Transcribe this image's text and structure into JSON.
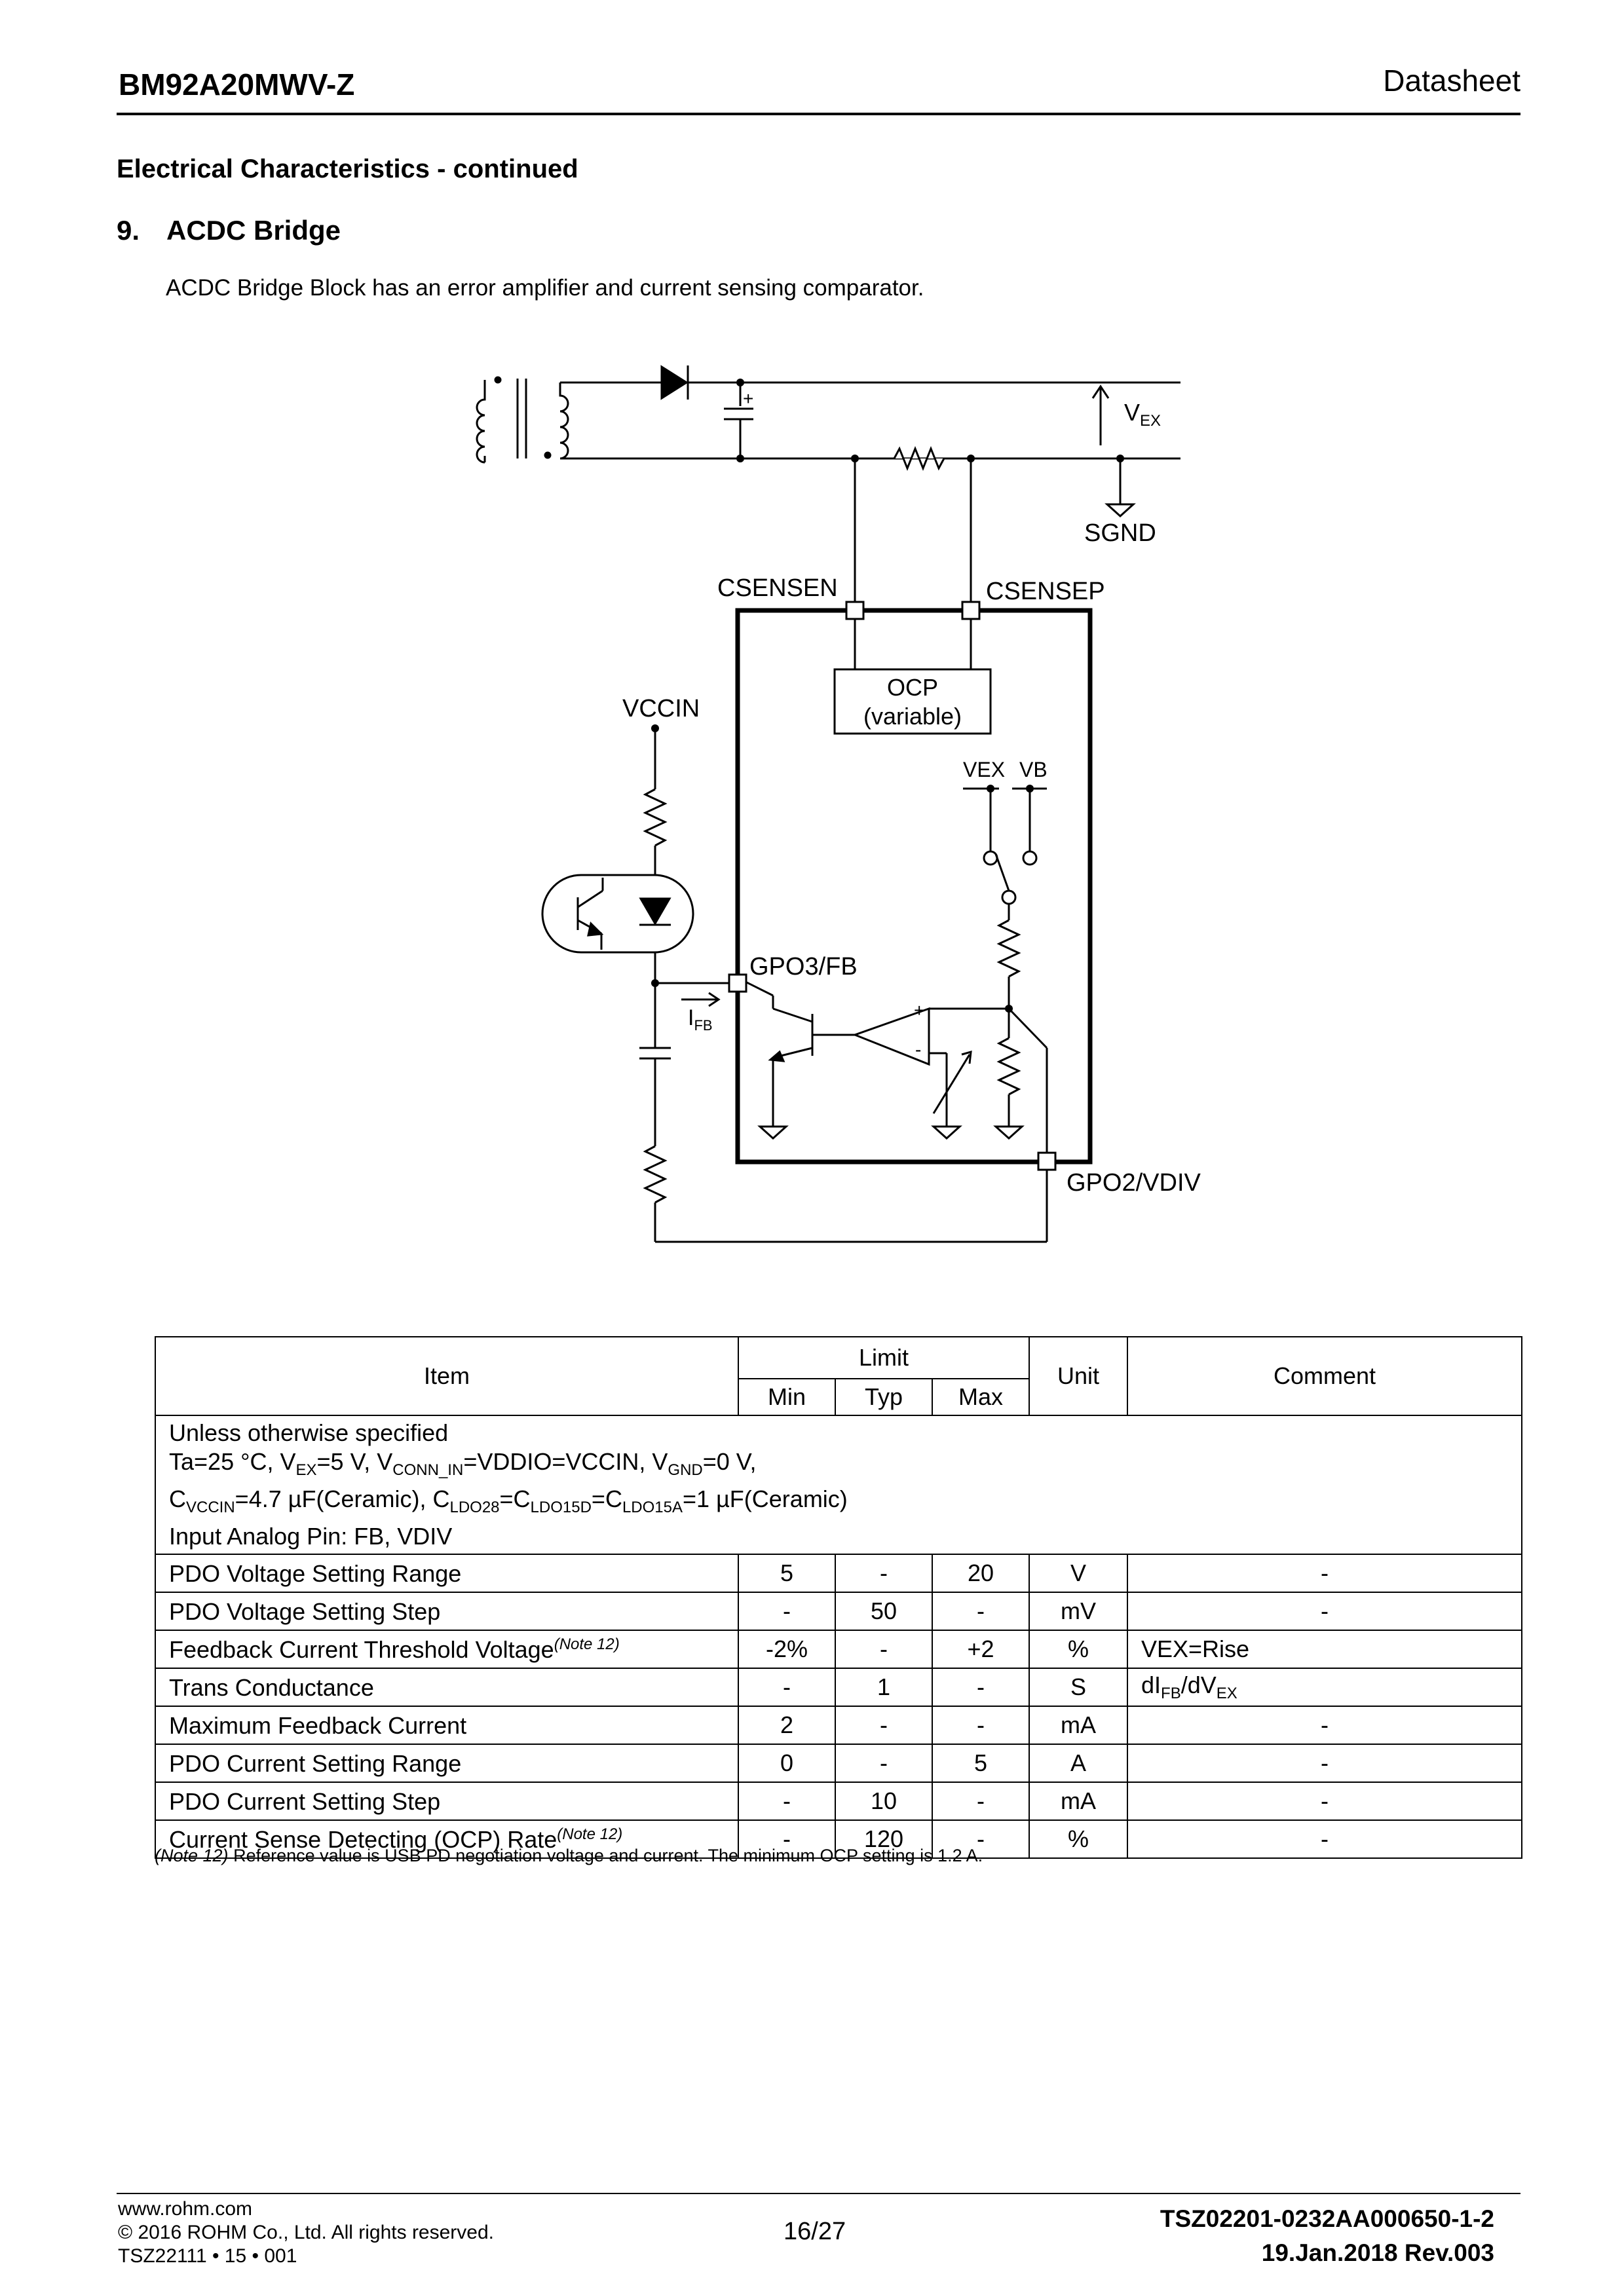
{
  "header": {
    "part": "BM92A20MWV-Z",
    "doc_type": "Datasheet"
  },
  "section": {
    "continued": "Electrical Characteristics - continued",
    "number": "9.",
    "title": "ACDC Bridge",
    "intro": "ACDC Bridge Block has an error amplifier and current sensing comparator."
  },
  "circuit": {
    "vex_label": "V",
    "vex_sub": "EX",
    "sgnd": "SGND",
    "csensen": "CSENSEN",
    "csensep": "CSENSEP",
    "ocp_line1": "OCP",
    "ocp_line2": "(variable)",
    "vccin": "VCCIN",
    "vex_sw": "VEX",
    "vb_sw": "VB",
    "gpo3": "GPO3/FB",
    "ifb_label": "I",
    "ifb_sub": "FB",
    "gpo2": "GPO2/VDIV",
    "plus": "+",
    "minus": "-"
  },
  "table": {
    "headers": {
      "item": "Item",
      "limit": "Limit",
      "min": "Min",
      "typ": "Typ",
      "max": "Max",
      "unit": "Unit",
      "comment": "Comment"
    },
    "conditions": {
      "line1": "Unless otherwise specified",
      "line2": {
        "a": "Ta=25 °C, V",
        "a_sub": "EX",
        "b": "=5 V, V",
        "b_sub": "CONN_IN",
        "c": "=VDDIO=VCCIN, V",
        "c_sub": "GND",
        "d": "=0 V,"
      },
      "line3": {
        "a": "C",
        "a_sub": "VCCIN",
        "b": "=4.7 µF(Ceramic), C",
        "b_sub": "LDO28",
        "c": "=C",
        "c_sub": "LDO15D",
        "d": "=C",
        "d_sub": "LDO15A",
        "e": "=1 µF(Ceramic)"
      },
      "line4": "Input Analog Pin: FB, VDIV"
    },
    "rows": [
      {
        "item": "PDO Voltage Setting Range",
        "note": "",
        "min": "5",
        "typ": "-",
        "max": "20",
        "unit": "V",
        "comment": "-"
      },
      {
        "item": "PDO Voltage Setting Step",
        "note": "",
        "min": "-",
        "typ": "50",
        "max": "-",
        "unit": "mV",
        "comment": "-"
      },
      {
        "item": "Feedback Current Threshold Voltage",
        "note": "(Note 12)",
        "min": "-2%",
        "typ": "-",
        "max": "+2",
        "unit": "%",
        "comment": "VEX=Rise"
      },
      {
        "item": "Trans Conductance",
        "note": "",
        "min": "-",
        "typ": "1",
        "max": "-",
        "unit": "S",
        "comment": ""
      },
      {
        "item": "Maximum Feedback Current",
        "note": "",
        "min": "2",
        "typ": "-",
        "max": "-",
        "unit": "mA",
        "comment": "-"
      },
      {
        "item": "PDO Current Setting Range",
        "note": "",
        "min": "0",
        "typ": "-",
        "max": "5",
        "unit": "A",
        "comment": "-"
      },
      {
        "item": "PDO Current Setting Step",
        "note": "",
        "min": "-",
        "typ": "10",
        "max": "-",
        "unit": "mA",
        "comment": "-"
      },
      {
        "item": "Current Sense Detecting (OCP) Rate",
        "note": "(Note 12)",
        "min": "-",
        "typ": "120",
        "max": "-",
        "unit": "%",
        "comment": "-"
      }
    ],
    "trans_comment": {
      "a": "dI",
      "a_sub": "FB",
      "b": "/dV",
      "b_sub": "EX"
    }
  },
  "footnote": {
    "label": "(Note 12)",
    "text": " Reference value is USB PD negotiation voltage and current. The minimum OCP setting is 1.2 A."
  },
  "footer": {
    "url": "www.rohm.com",
    "copyright": "© 2016 ROHM Co., Ltd. All rights reserved.",
    "code": "TSZ22111 • 15 • 001",
    "page": "16/27",
    "doc_no": "TSZ02201-0232AA000650-1-2",
    "date_rev": "19.Jan.2018 Rev.003"
  }
}
